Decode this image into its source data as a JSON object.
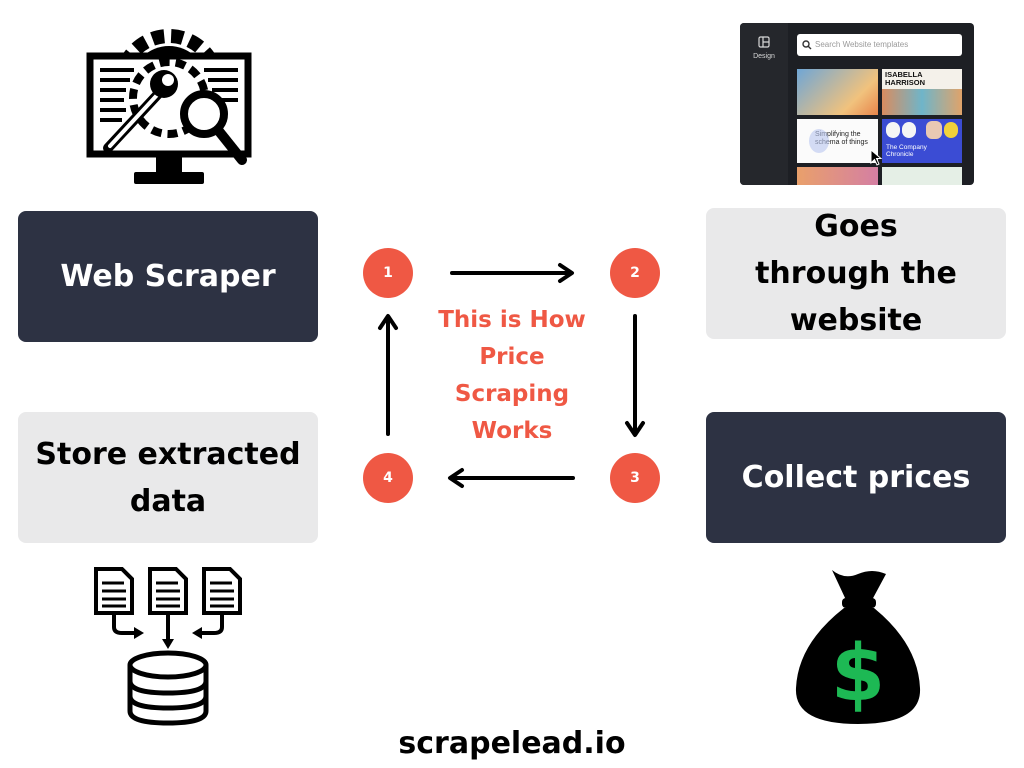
{
  "steps": {
    "one": {
      "number": "1",
      "label": "Web Scraper"
    },
    "two": {
      "number": "2",
      "label": "Goes through the website"
    },
    "three": {
      "number": "3",
      "label": "Collect prices"
    },
    "four": {
      "number": "4",
      "label": "Store extracted data"
    }
  },
  "center_label": "This is How Price Scraping Works",
  "brand": "scrapelead.io",
  "website_preview": {
    "sidebar_label": "Design",
    "search_placeholder": "Search Website templates",
    "thumb_isabella": "ISABELLA HARRISON",
    "thumb_simplifying": "Simplifying the schema of things",
    "thumb_company": "The Company Chronicle"
  },
  "colors": {
    "dark_box": "#2d3243",
    "light_box": "#e9e9ea",
    "accent": "#ef5844",
    "dollar": "#1db954"
  },
  "icons": [
    "computer-settings-icon",
    "money-bag-icon",
    "database-documents-icon"
  ]
}
